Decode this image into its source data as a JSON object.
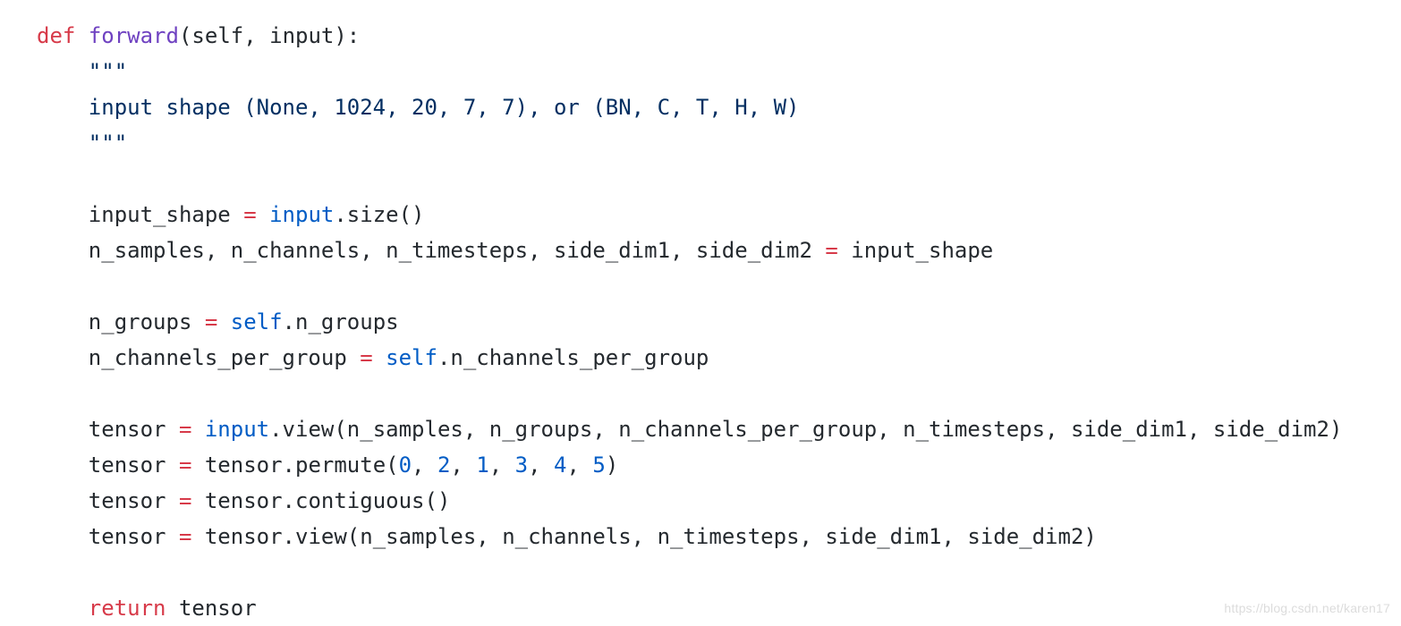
{
  "code": {
    "language": "python",
    "colors": {
      "keyword": "#d73a49",
      "function_name": "#6f42c1",
      "string": "#032f62",
      "operator": "#d73a49",
      "builtin": "#005cc5",
      "number": "#005cc5",
      "plain": "#24292e"
    },
    "lines": [
      [
        {
          "t": "kw",
          "v": "def"
        },
        {
          "t": "plain",
          "v": " "
        },
        {
          "t": "fn",
          "v": "forward"
        },
        {
          "t": "plain",
          "v": "(self, input):"
        }
      ],
      [
        {
          "t": "str",
          "v": "    \"\"\""
        }
      ],
      [
        {
          "t": "str",
          "v": "    input shape (None, 1024, 20, 7, 7), or (BN, C, T, H, W)"
        }
      ],
      [
        {
          "t": "str",
          "v": "    \"\"\""
        }
      ],
      [],
      [
        {
          "t": "plain",
          "v": "    input_shape "
        },
        {
          "t": "op",
          "v": "="
        },
        {
          "t": "plain",
          "v": " "
        },
        {
          "t": "builtin",
          "v": "input"
        },
        {
          "t": "plain",
          "v": ".size()"
        }
      ],
      [
        {
          "t": "plain",
          "v": "    n_samples, n_channels, n_timesteps, side_dim1, side_dim2 "
        },
        {
          "t": "op",
          "v": "="
        },
        {
          "t": "plain",
          "v": " input_shape"
        }
      ],
      [],
      [
        {
          "t": "plain",
          "v": "    n_groups "
        },
        {
          "t": "op",
          "v": "="
        },
        {
          "t": "plain",
          "v": " "
        },
        {
          "t": "builtin",
          "v": "self"
        },
        {
          "t": "plain",
          "v": ".n_groups"
        }
      ],
      [
        {
          "t": "plain",
          "v": "    n_channels_per_group "
        },
        {
          "t": "op",
          "v": "="
        },
        {
          "t": "plain",
          "v": " "
        },
        {
          "t": "builtin",
          "v": "self"
        },
        {
          "t": "plain",
          "v": ".n_channels_per_group"
        }
      ],
      [],
      [
        {
          "t": "plain",
          "v": "    tensor "
        },
        {
          "t": "op",
          "v": "="
        },
        {
          "t": "plain",
          "v": " "
        },
        {
          "t": "builtin",
          "v": "input"
        },
        {
          "t": "plain",
          "v": ".view(n_samples, n_groups, n_channels_per_group, n_timesteps, side_dim1, side_dim2)"
        }
      ],
      [
        {
          "t": "plain",
          "v": "    tensor "
        },
        {
          "t": "op",
          "v": "="
        },
        {
          "t": "plain",
          "v": " tensor.permute("
        },
        {
          "t": "num",
          "v": "0"
        },
        {
          "t": "plain",
          "v": ", "
        },
        {
          "t": "num",
          "v": "2"
        },
        {
          "t": "plain",
          "v": ", "
        },
        {
          "t": "num",
          "v": "1"
        },
        {
          "t": "plain",
          "v": ", "
        },
        {
          "t": "num",
          "v": "3"
        },
        {
          "t": "plain",
          "v": ", "
        },
        {
          "t": "num",
          "v": "4"
        },
        {
          "t": "plain",
          "v": ", "
        },
        {
          "t": "num",
          "v": "5"
        },
        {
          "t": "plain",
          "v": ")"
        }
      ],
      [
        {
          "t": "plain",
          "v": "    tensor "
        },
        {
          "t": "op",
          "v": "="
        },
        {
          "t": "plain",
          "v": " tensor.contiguous()"
        }
      ],
      [
        {
          "t": "plain",
          "v": "    tensor "
        },
        {
          "t": "op",
          "v": "="
        },
        {
          "t": "plain",
          "v": " tensor.view(n_samples, n_channels, n_timesteps, side_dim1, side_dim2)"
        }
      ],
      [],
      [
        {
          "t": "plain",
          "v": "    "
        },
        {
          "t": "kw",
          "v": "return"
        },
        {
          "t": "plain",
          "v": " tensor"
        }
      ]
    ]
  },
  "watermark": {
    "text": "https://blog.csdn.net/karen17"
  }
}
